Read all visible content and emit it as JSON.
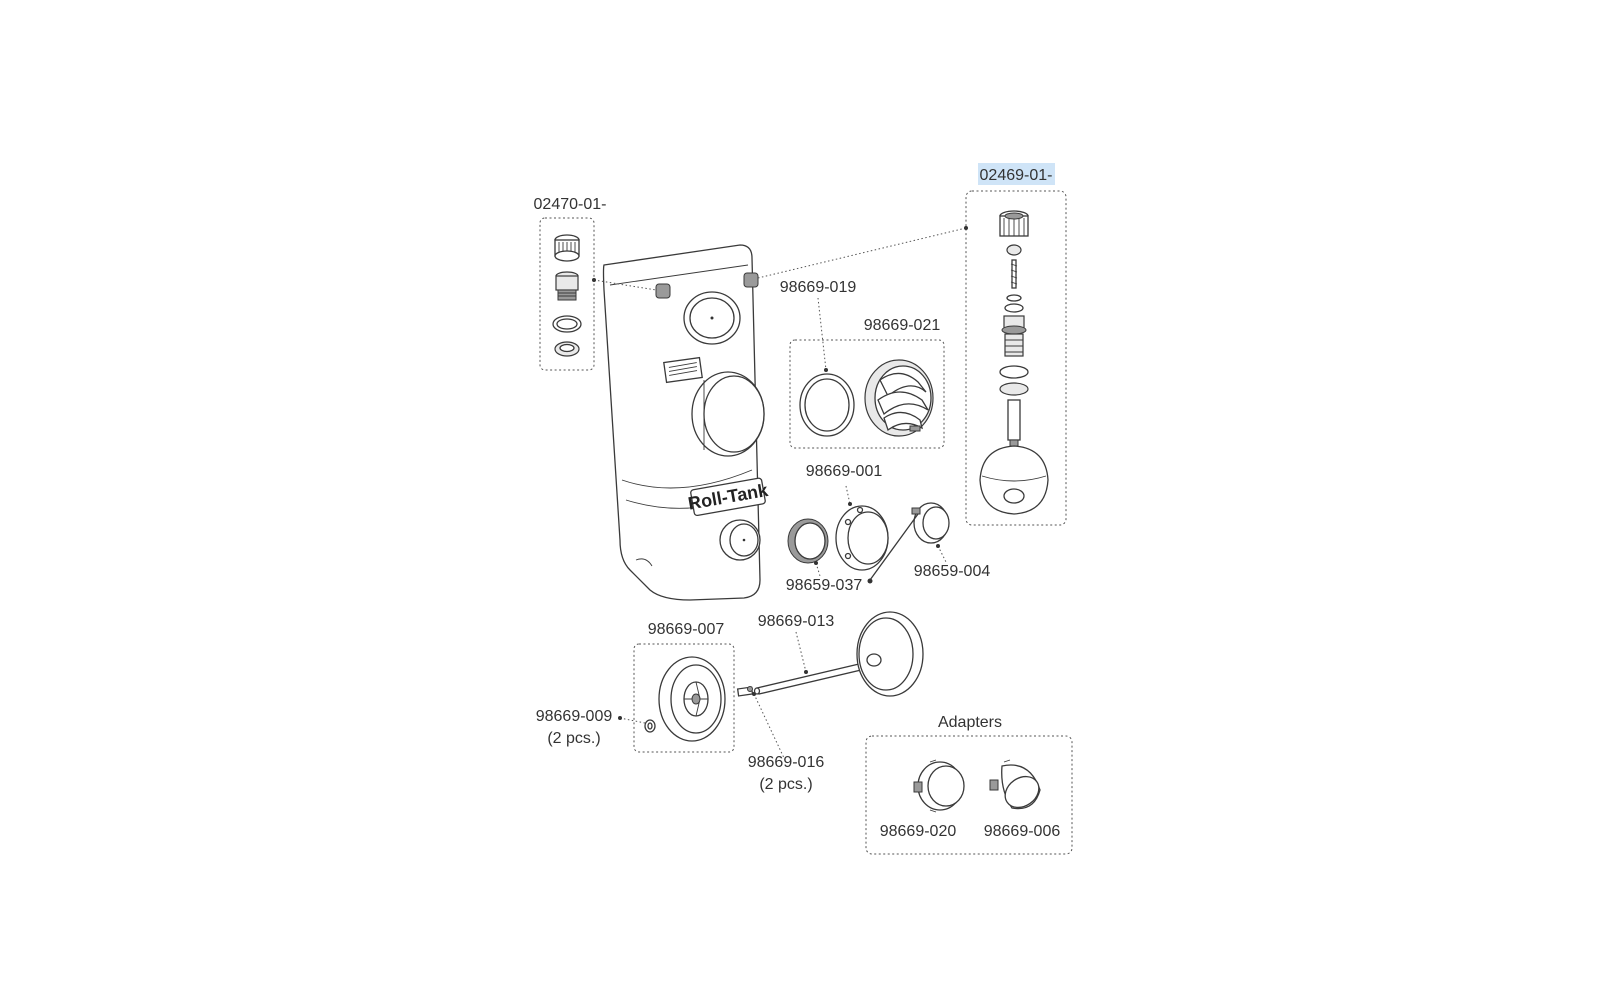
{
  "labels": {
    "fill_kit": "02470-01-",
    "vent_kit": "02469-01-",
    "seal_019": "98669-019",
    "cap_021": "98669-021",
    "flange_001": "98669-001",
    "ring_037": "98659-037",
    "cap_004": "98659-004",
    "wheel_007": "98669-007",
    "axle_013": "98669-013",
    "clip_009": "98669-009",
    "clip_009_qty": "(2 pcs.)",
    "pin_016": "98669-016",
    "pin_016_qty": "(2 pcs.)",
    "adapters_title": "Adapters",
    "adapter_020": "98669-020",
    "adapter_006": "98669-006"
  },
  "brand": {
    "product_name": "Roll-Tank"
  },
  "colors": {
    "line": "#3a3a3a",
    "highlight": "#cfe4f7",
    "text": "#333333"
  }
}
